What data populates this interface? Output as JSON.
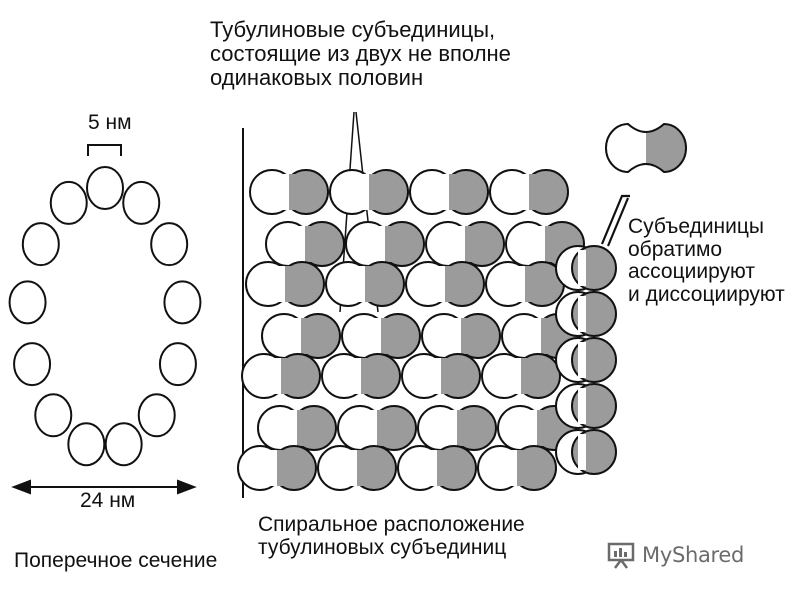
{
  "labels": {
    "title": "Тубулиновые субъединицы,\nсостоящие из двух не вполне\nодинаковых половин",
    "dim_small": "5 нм",
    "dim_large": "24 нм",
    "cross_section": "Поперечное сечение",
    "assoc": "Субъединицы\nобратимо\nассоциируют\nи диссоциируют",
    "spiral": "Спиральное расположение\nтубулиновых субъединиц"
  },
  "watermark": {
    "text": "MyShared",
    "icon": "presentation-board-icon"
  },
  "colors": {
    "dark_half": "#9b9b9b",
    "light_half": "#ffffff",
    "outline": "#111111"
  }
}
